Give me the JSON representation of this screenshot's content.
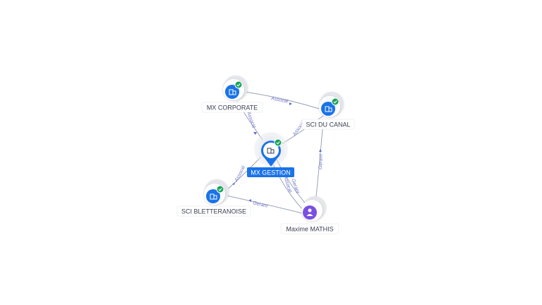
{
  "colors": {
    "company": "#1a73e8",
    "person": "#7b4fe0",
    "check": "#19a35a",
    "edge": "#9aa3b5",
    "edge_label": "#6f75c9"
  },
  "nodes": [
    {
      "id": "mx_corporate",
      "label": "MX CORPORATE",
      "kind": "company",
      "icon": "building-icon",
      "badge": "check-icon"
    },
    {
      "id": "sci_du_canal",
      "label": "SCI DU CANAL",
      "kind": "company",
      "icon": "building-icon",
      "badge": "check-icon"
    },
    {
      "id": "mx_gestion",
      "label": "MX GESTION",
      "kind": "company-focus",
      "icon": "building-icon",
      "badge": "check-icon"
    },
    {
      "id": "sci_bletteranoise",
      "label": "SCI BLETTERANOISE",
      "kind": "company",
      "icon": "building-icon",
      "badge": "check-icon"
    },
    {
      "id": "maxime_mathis",
      "label": "Maxime MATHIS",
      "kind": "person",
      "icon": "person-icon"
    }
  ],
  "edges": [
    {
      "from": "mx_corporate",
      "to": "sci_du_canal",
      "label": "Associé"
    },
    {
      "from": "mx_corporate",
      "to": "mx_gestion",
      "label": "Associé"
    },
    {
      "from": "mx_gestion",
      "to": "sci_du_canal",
      "label": "Associé"
    },
    {
      "from": "mx_gestion",
      "to": "sci_bletteranoise",
      "label": "Associé"
    },
    {
      "from": "maxime_mathis",
      "to": "sci_du_canal",
      "label": "Gerant"
    },
    {
      "from": "maxime_mathis",
      "to": "sci_bletteranoise",
      "label": "Gerant"
    },
    {
      "from": "maxime_mathis",
      "to": "mx_gestion",
      "label": "Gerant"
    },
    {
      "from": "maxime_mathis",
      "to": "mx_gestion",
      "label": "Associé"
    }
  ]
}
